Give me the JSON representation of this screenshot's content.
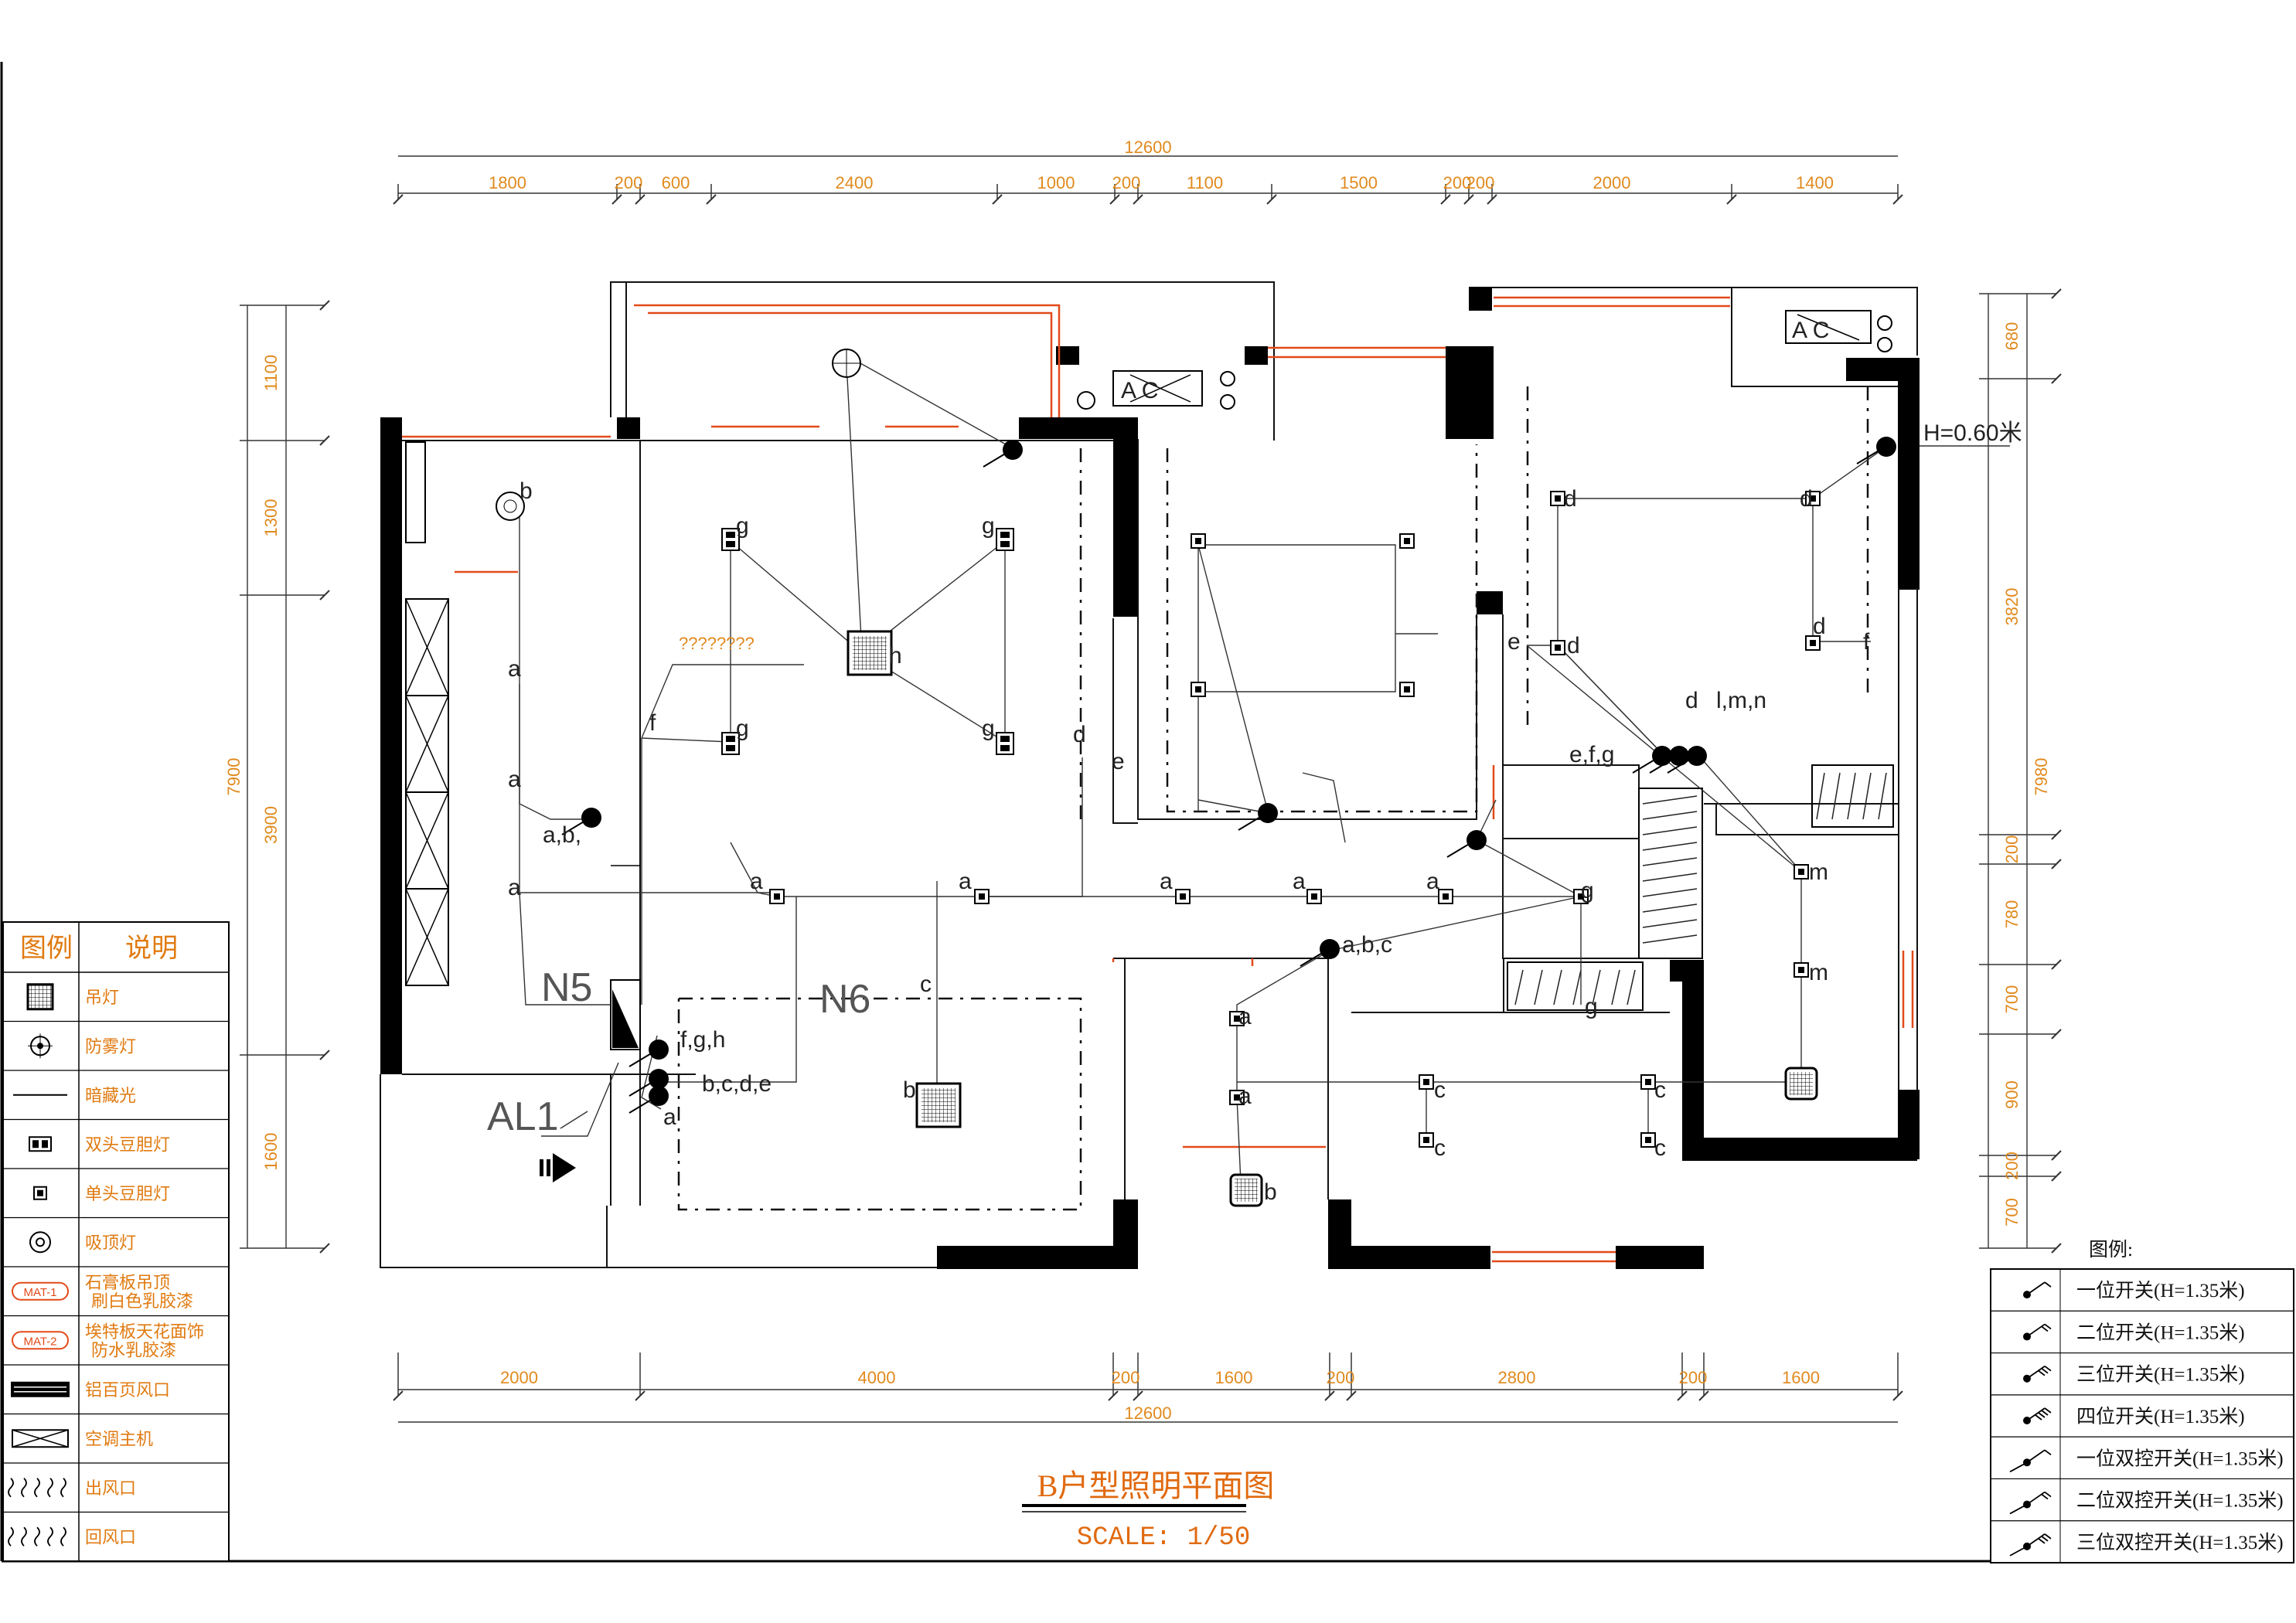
{
  "drawing": {
    "title": "B户型照明平面图",
    "scale": "SCALE: 1/50"
  },
  "dimensions": {
    "top_total": "12600",
    "top_segments": [
      "1800",
      "200",
      "600",
      "2400",
      "1000",
      "200",
      "1100",
      "1500",
      "200",
      "200",
      "2000",
      "1400"
    ],
    "bottom_total": "12600",
    "bottom_segments": [
      "2000",
      "4000",
      "200",
      "1600",
      "200",
      "2800",
      "200",
      "1600"
    ],
    "left_total": "7900",
    "left_segments": [
      "1100",
      "1300",
      "3900",
      "1600"
    ],
    "right_total": "7980",
    "right_segments": [
      "680",
      "3820",
      "200",
      "780",
      "700",
      "900",
      "200",
      "700"
    ]
  },
  "plan_labels": {
    "n5": "N5",
    "n6": "N6",
    "al1": "AL1",
    "height": "H=0.60米",
    "ac1": "A   C",
    "ac2": "A   C",
    "unknown": "????????",
    "circuits": {
      "abc1": "a,b,",
      "fgh": "f,g,h",
      "bcde": "b,c,d,e",
      "a_lead": "a",
      "abc2": "a,b,c",
      "efg": "e,f,g",
      "d_main": "d",
      "lmn": "l,m,n"
    },
    "letters": {
      "a": "a",
      "b": "b",
      "c": "c",
      "d": "d",
      "e": "e",
      "f": "f",
      "g": "g",
      "h": "h",
      "m": "m"
    }
  },
  "legend": {
    "header_symbol": "图例",
    "header_desc": "说明",
    "items": [
      {
        "icon": "pendant-lamp-icon",
        "label": "吊灯"
      },
      {
        "icon": "fog-lamp-icon",
        "label": "防雾灯"
      },
      {
        "icon": "hidden-light-icon",
        "label": "暗藏光"
      },
      {
        "icon": "double-spotlight-icon",
        "label": "双头豆胆灯"
      },
      {
        "icon": "single-spotlight-icon",
        "label": "单头豆胆灯"
      },
      {
        "icon": "ceiling-lamp-icon",
        "label": "吸顶灯"
      },
      {
        "icon": "mat1-icon",
        "code": "MAT-1",
        "label": "石膏板吊顶",
        "label2": "刷白色乳胶漆"
      },
      {
        "icon": "mat2-icon",
        "code": "MAT-2",
        "label": "埃特板天花面饰",
        "label2": "防水乳胶漆"
      },
      {
        "icon": "louver-vent-icon",
        "label": "铝百页风口"
      },
      {
        "icon": "ac-unit-icon",
        "label": "空调主机"
      },
      {
        "icon": "supply-vent-icon",
        "label": "出风口"
      },
      {
        "icon": "return-vent-icon",
        "label": "回风口"
      }
    ]
  },
  "switch_legend": {
    "title": "图例:",
    "items": [
      {
        "icon": "switch-1-icon",
        "label": "一位开关(H=1.35米)"
      },
      {
        "icon": "switch-2-icon",
        "label": "二位开关(H=1.35米)"
      },
      {
        "icon": "switch-3-icon",
        "label": "三位开关(H=1.35米)"
      },
      {
        "icon": "switch-4-icon",
        "label": "四位开关(H=1.35米)"
      },
      {
        "icon": "dual-switch-1-icon",
        "label": "一位双控开关(H=1.35米)"
      },
      {
        "icon": "dual-switch-2-icon",
        "label": "二位双控开关(H=1.35米)"
      },
      {
        "icon": "dual-switch-3-icon",
        "label": "三位双控开关(H=1.35米)"
      }
    ]
  },
  "colors": {
    "dimension": "#e08a1e",
    "wall": "#000000",
    "window": "#e24a1a",
    "legend_text": "#e07a10"
  }
}
